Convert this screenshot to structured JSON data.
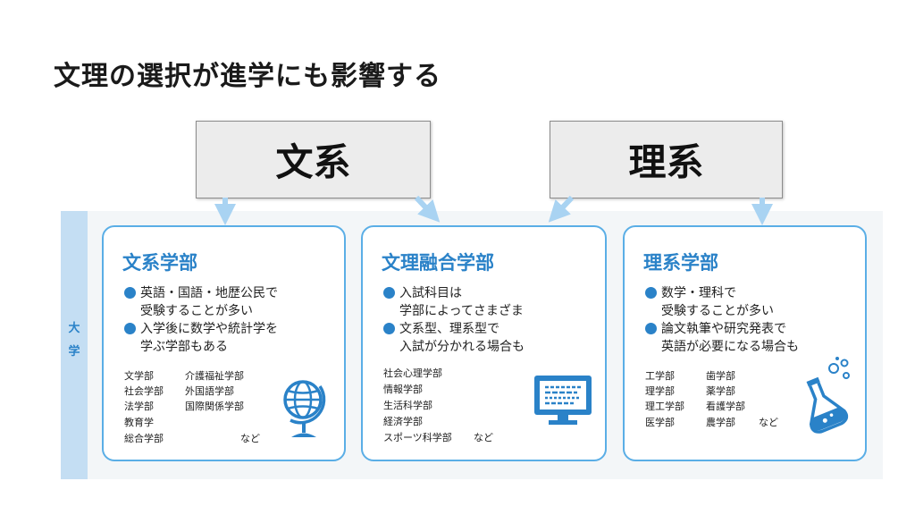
{
  "title": "文理の選択が進学にも影響する",
  "categories": {
    "bunkei": "文系",
    "rikei": "理系"
  },
  "side_label": "大学",
  "cards": {
    "bunkei": {
      "title": "文系学部",
      "bullets": [
        [
          "英語・国語・地歴公民で",
          "受験することが多い"
        ],
        [
          "入学後に数学や統計学を",
          "学ぶ学部もある"
        ]
      ],
      "departments_col1": [
        "文学部",
        "社会学部",
        "法学部",
        "教育学",
        "総合学部"
      ],
      "departments_col2": [
        "介護福祉学部",
        "外国語学部",
        "国際関係学部"
      ],
      "etc": "など"
    },
    "yugo": {
      "title": "文理融合学部",
      "bullets": [
        [
          "入試科目は",
          "学部によってさまざま"
        ],
        [
          "文系型、理系型で",
          "入試が分かれる場合も"
        ]
      ],
      "departments": [
        "社会心理学部",
        "情報学部",
        "生活科学部",
        "経済学部",
        "スポーツ科学部"
      ],
      "etc": "など"
    },
    "rikei": {
      "title": "理系学部",
      "bullets": [
        [
          "数学・理科で",
          "受験することが多い"
        ],
        [
          "論文執筆や研究発表で",
          "英語が必要になる場合も"
        ]
      ],
      "departments_col1": [
        "工学部",
        "理学部",
        "理工学部",
        "医学部"
      ],
      "departments_col2": [
        "歯学部",
        "薬学部",
        "看護学部",
        "農学部"
      ],
      "etc": "など"
    }
  },
  "colors": {
    "accent": "#2a82c8",
    "arrow": "#a9d3f2",
    "card_border": "#5aaee6",
    "band": "#f3f6f8"
  },
  "icons": {
    "bunkei": "globe-icon",
    "yugo": "monitor-icon",
    "rikei": "flask-icon"
  }
}
